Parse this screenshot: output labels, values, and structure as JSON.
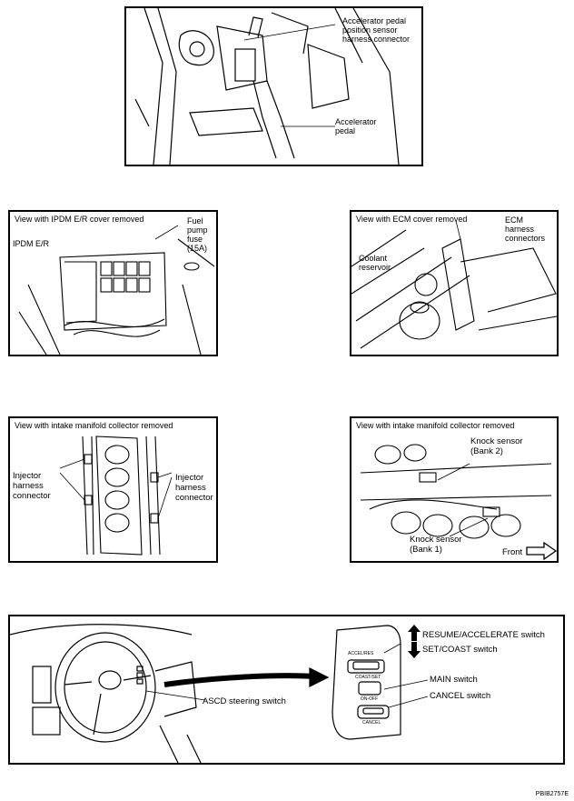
{
  "accel": {
    "sensor_label": "Accelerator pedal\nposition sensor\nharness connector",
    "pedal_label": "Accelerator\npedal"
  },
  "ipdm": {
    "header": "View with IPDM E/R cover removed",
    "ipdm_label": "IPDM E/R",
    "fuse_label": "Fuel\npump\nfuse\n(15A)"
  },
  "ecm": {
    "header": "View with ECM cover removed",
    "ecm_label": "ECM\nharness\nconnectors",
    "coolant_label": "Coolant\nreservoir"
  },
  "injector": {
    "header": "View with intake manifold collector removed",
    "left_label": "Injector\nharness\nconnector",
    "right_label": "Injector\nharness\nconnector"
  },
  "knock": {
    "header": "View with intake manifold collector removed",
    "bank2_label": "Knock sensor\n(Bank 2)",
    "bank1_label": "Knock sensor\n(Bank 1)",
    "front_label": "Front"
  },
  "ascd": {
    "steering_label": "ASCD steering switch",
    "resume_label": "RESUME/ACCELERATE switch",
    "set_label": "SET/COAST switch",
    "main_label": "MAIN switch",
    "cancel_label": "CANCEL switch",
    "btn_acc": "ACCEL/RES",
    "btn_coast": "COAST/SET",
    "btn_onoff": "ON-OFF",
    "btn_cancel": "CANCEL"
  },
  "figure_code": "PBIB2757E"
}
